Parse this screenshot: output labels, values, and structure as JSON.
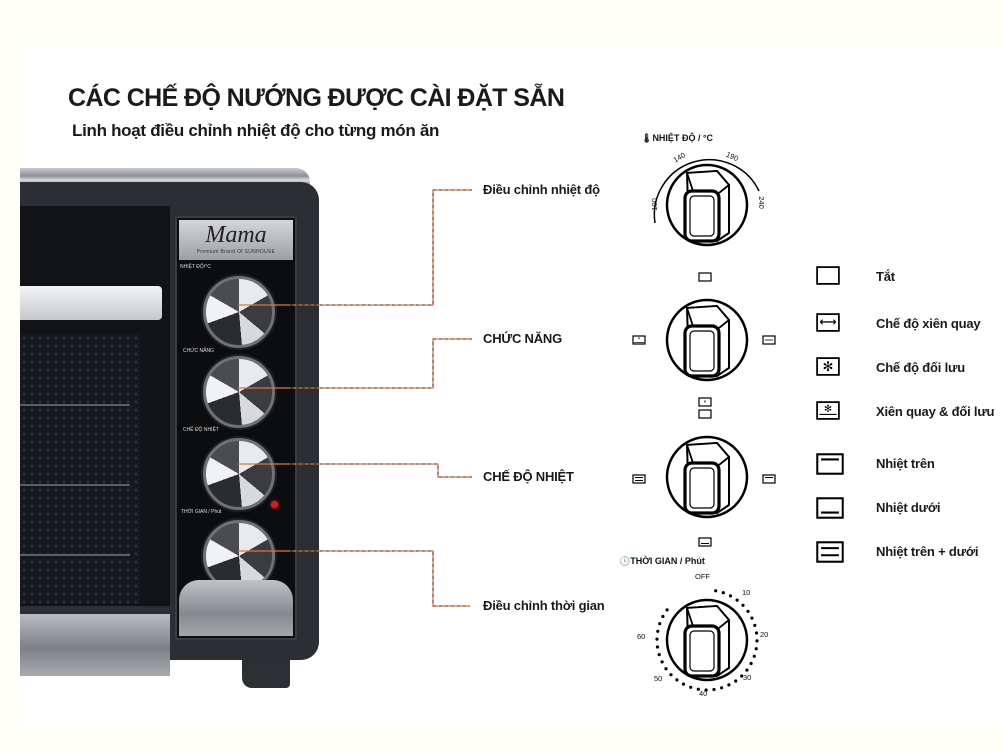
{
  "header": {
    "title": "CÁC CHẾ ĐỘ NƯỚNG ĐƯỢC CÀI ĐẶT SẴN",
    "subtitle": "Linh hoạt điều chỉnh nhiệt độ cho từng món ăn"
  },
  "oven": {
    "brand": "Mama",
    "brand_tagline": "Premium Brand Of SUNHOUSE",
    "panel_labels": {
      "temperature": "NHIỆT ĐỘ/°C",
      "function": "CHỨC NĂNG",
      "heat_mode": "CHẾ ĐỘ NHIỆT",
      "timer": "THỜI GIAN / Phút"
    },
    "indicator_light_color": "#d21e1e"
  },
  "callouts": [
    {
      "label": "Điều chỉnh nhiệt độ"
    },
    {
      "label": "CHỨC NĂNG"
    },
    {
      "label": "CHẾ ĐỘ NHIỆT"
    },
    {
      "label": "Điều chỉnh thời gian"
    }
  ],
  "callout_line_color": "#e0743f",
  "dials": {
    "temperature": {
      "heading": "NHIỆT ĐỘ / °C",
      "icon": "thermometer-icon",
      "ticks": [
        "100",
        "140",
        "190",
        "240"
      ]
    },
    "function": {
      "positions": [
        "off-icon",
        "rotisserie-icon",
        "convection-icon",
        "rotisserie-convection-icon"
      ]
    },
    "heat_mode": {
      "positions": [
        "off-icon",
        "top-heat-icon",
        "bottom-heat-icon",
        "top-bottom-heat-icon"
      ]
    },
    "timer": {
      "heading": "THỜI GIAN / Phút",
      "icon": "clock-icon",
      "ticks": [
        "OFF",
        "10",
        "20",
        "30",
        "40",
        "50",
        "60"
      ]
    }
  },
  "legend": [
    {
      "icon": "off-icon",
      "label": "Tắt"
    },
    {
      "icon": "rotisserie-icon",
      "label": "Chế độ xiên quay"
    },
    {
      "icon": "convection-icon",
      "label": "Chế độ đối lưu"
    },
    {
      "icon": "rotisserie-convection-icon",
      "label": "Xiên quay & đối lưu"
    },
    {
      "icon": "top-heat-icon",
      "label": "Nhiệt trên"
    },
    {
      "icon": "bottom-heat-icon",
      "label": "Nhiệt dưới"
    },
    {
      "icon": "top-bottom-heat-icon",
      "label": "Nhiệt trên + dưới"
    }
  ]
}
